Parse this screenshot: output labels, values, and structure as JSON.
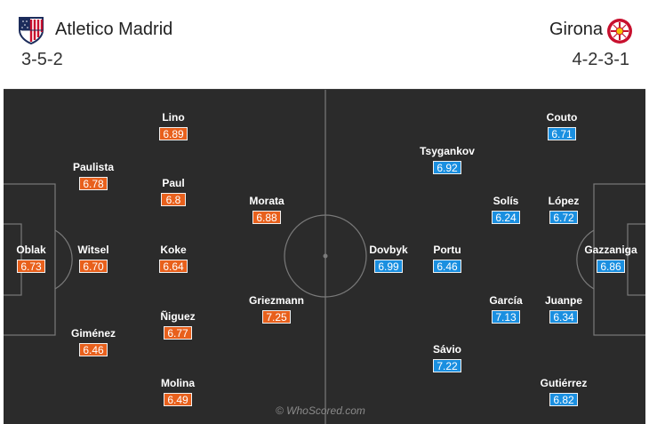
{
  "home": {
    "name": "Atletico Madrid",
    "formation": "3-5-2",
    "color": "#e8601c",
    "badge_icon": "atletico-madrid-crest",
    "players": [
      {
        "name": "Lino",
        "rating": "6.89"
      },
      {
        "name": "Paulista",
        "rating": "6.78"
      },
      {
        "name": "Paul",
        "rating": "6.8"
      },
      {
        "name": "Morata",
        "rating": "6.88"
      },
      {
        "name": "Oblak",
        "rating": "6.73"
      },
      {
        "name": "Witsel",
        "rating": "6.70"
      },
      {
        "name": "Koke",
        "rating": "6.64"
      },
      {
        "name": "Griezmann",
        "rating": "7.25"
      },
      {
        "name": "Ñiguez",
        "rating": "6.77"
      },
      {
        "name": "Giménez",
        "rating": "6.46"
      },
      {
        "name": "Molina",
        "rating": "6.49"
      }
    ]
  },
  "away": {
    "name": "Girona",
    "formation": "4-2-3-1",
    "color": "#1a8fe0",
    "badge_icon": "girona-crest",
    "players": [
      {
        "name": "Couto",
        "rating": "6.71"
      },
      {
        "name": "Tsygankov",
        "rating": "6.92"
      },
      {
        "name": "Solís",
        "rating": "6.24"
      },
      {
        "name": "López",
        "rating": "6.72"
      },
      {
        "name": "Dovbyk",
        "rating": "6.99"
      },
      {
        "name": "Portu",
        "rating": "6.46"
      },
      {
        "name": "Gazzaniga",
        "rating": "6.86"
      },
      {
        "name": "García",
        "rating": "7.13"
      },
      {
        "name": "Juanpe",
        "rating": "6.34"
      },
      {
        "name": "Sávio",
        "rating": "7.22"
      },
      {
        "name": "Gutiérrez",
        "rating": "6.82"
      }
    ]
  },
  "pitch": {
    "background": "#2b2b2b",
    "watermark": "© WhoScored.com"
  }
}
